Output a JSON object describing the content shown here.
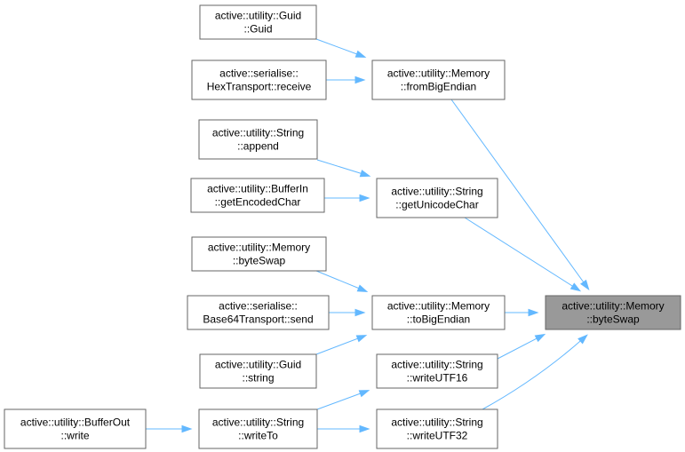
{
  "nodes": [
    {
      "id": "guid_guid",
      "lines": [
        "active::utility::Guid",
        "::Guid"
      ],
      "root": false
    },
    {
      "id": "hex_receive",
      "lines": [
        "active::serialise::",
        "HexTransport::receive"
      ],
      "root": false
    },
    {
      "id": "from_big_endian",
      "lines": [
        "active::utility::Memory",
        "::fromBigEndian"
      ],
      "root": false
    },
    {
      "id": "string_append",
      "lines": [
        "active::utility::String",
        "::append"
      ],
      "root": false
    },
    {
      "id": "bufferin_get_encoded_char",
      "lines": [
        "active::utility::BufferIn",
        "::getEncodedChar"
      ],
      "root": false
    },
    {
      "id": "string_get_unicode_char",
      "lines": [
        "active::utility::String",
        "::getUnicodeChar"
      ],
      "root": false
    },
    {
      "id": "memory_byteswap_overload",
      "lines": [
        "active::utility::Memory",
        "::byteSwap"
      ],
      "root": false
    },
    {
      "id": "base64_send",
      "lines": [
        "active::serialise::",
        "Base64Transport::send"
      ],
      "root": false
    },
    {
      "id": "to_big_endian",
      "lines": [
        "active::utility::Memory",
        "::toBigEndian"
      ],
      "root": false
    },
    {
      "id": "guid_string",
      "lines": [
        "active::utility::Guid",
        "::string"
      ],
      "root": false
    },
    {
      "id": "string_write_utf16",
      "lines": [
        "active::utility::String",
        "::writeUTF16"
      ],
      "root": false
    },
    {
      "id": "bufferout_write",
      "lines": [
        "active::utility::BufferOut",
        "::write"
      ],
      "root": false
    },
    {
      "id": "string_write_to",
      "lines": [
        "active::utility::String",
        "::writeTo"
      ],
      "root": false
    },
    {
      "id": "string_write_utf32",
      "lines": [
        "active::utility::String",
        "::writeUTF32"
      ],
      "root": false
    },
    {
      "id": "memory_byteswap",
      "lines": [
        "active::utility::Memory",
        "::byteSwap"
      ],
      "root": true
    }
  ],
  "edges": [
    {
      "from": "guid_guid",
      "to": "from_big_endian"
    },
    {
      "from": "hex_receive",
      "to": "from_big_endian"
    },
    {
      "from": "from_big_endian",
      "to": "memory_byteswap"
    },
    {
      "from": "string_append",
      "to": "string_get_unicode_char"
    },
    {
      "from": "bufferin_get_encoded_char",
      "to": "string_get_unicode_char"
    },
    {
      "from": "string_get_unicode_char",
      "to": "memory_byteswap"
    },
    {
      "from": "memory_byteswap_overload",
      "to": "to_big_endian"
    },
    {
      "from": "base64_send",
      "to": "to_big_endian"
    },
    {
      "from": "guid_string",
      "to": "to_big_endian"
    },
    {
      "from": "to_big_endian",
      "to": "memory_byteswap"
    },
    {
      "from": "string_write_utf16",
      "to": "memory_byteswap"
    },
    {
      "from": "string_write_utf32",
      "to": "memory_byteswap"
    },
    {
      "from": "bufferout_write",
      "to": "string_write_to"
    },
    {
      "from": "string_write_to",
      "to": "string_write_utf16"
    },
    {
      "from": "string_write_to",
      "to": "string_write_utf32"
    }
  ]
}
